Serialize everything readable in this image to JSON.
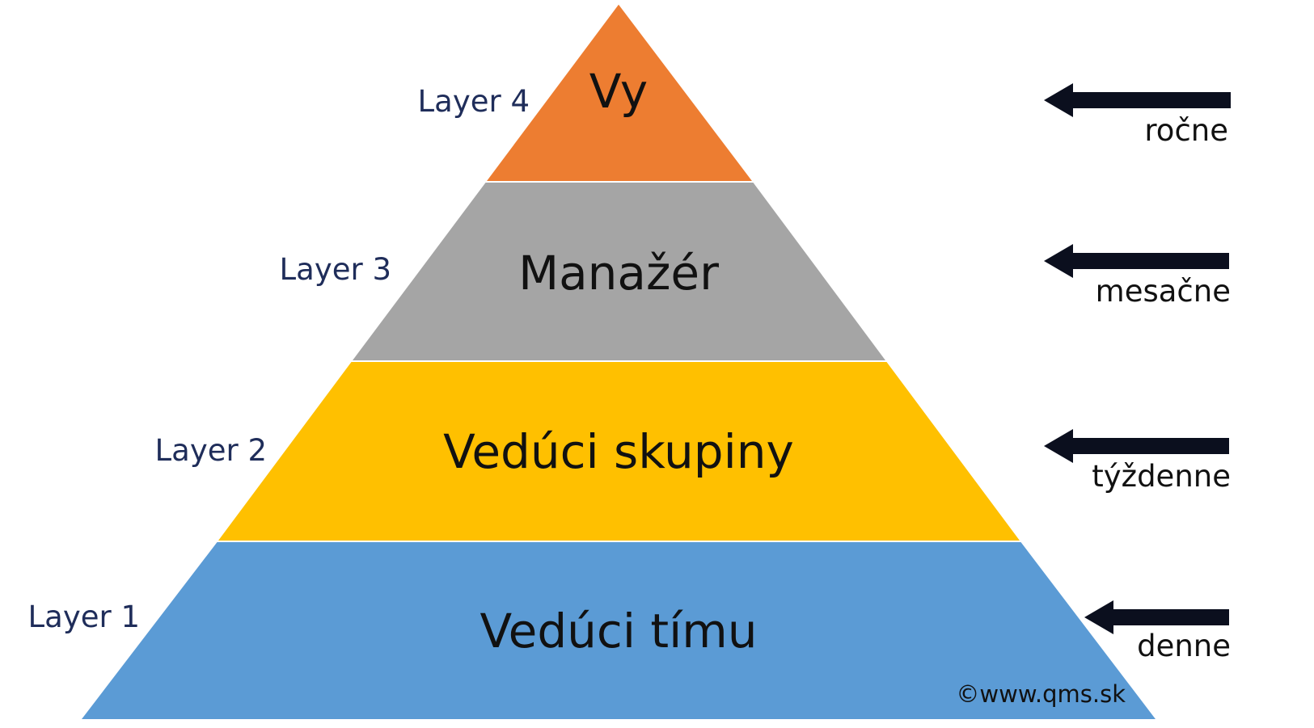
{
  "diagram": {
    "tiers": [
      {
        "name": "Vy",
        "layer": "Layer 4",
        "frequency": "ročne",
        "color": "#ED7D31"
      },
      {
        "name": "Manažér",
        "layer": "Layer 3",
        "frequency": "mesačne",
        "color": "#A5A5A5"
      },
      {
        "name": "Vedúci skupiny",
        "layer": "Layer 2",
        "frequency": "týždenne",
        "color": "#FFC000"
      },
      {
        "name": "Vedúci tímu",
        "layer": "Layer 1",
        "frequency": "denne",
        "color": "#5B9BD5"
      }
    ],
    "arrow_color": "#0b0f1e",
    "copyright": "©www.qms.sk"
  }
}
